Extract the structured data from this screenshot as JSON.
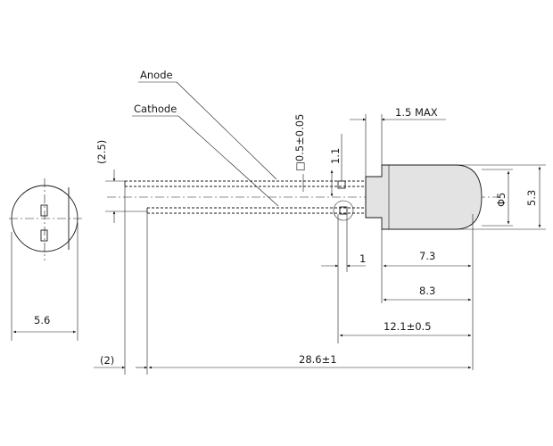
{
  "labels": {
    "anode": "Anode",
    "cathode": "Cathode",
    "lead_square": "□0.5±0.05",
    "dim_2_5": "(2.5)",
    "dim_1_1": "1.1",
    "dim_1_5_max": "1.5 MAX",
    "dim_phi5": "Φ5",
    "dim_5_3": "5.3",
    "dim_1": "1",
    "dim_7_3": "7.3",
    "dim_8_3": "8.3",
    "dim_12_1": "12.1±0.5",
    "dim_2": "(2)",
    "dim_28_6": "28.6±1",
    "dim_5_6": "5.6"
  },
  "colors": {
    "line": "#1a1a1a",
    "body_fill": "#e3e3e3",
    "background": "#ffffff"
  }
}
